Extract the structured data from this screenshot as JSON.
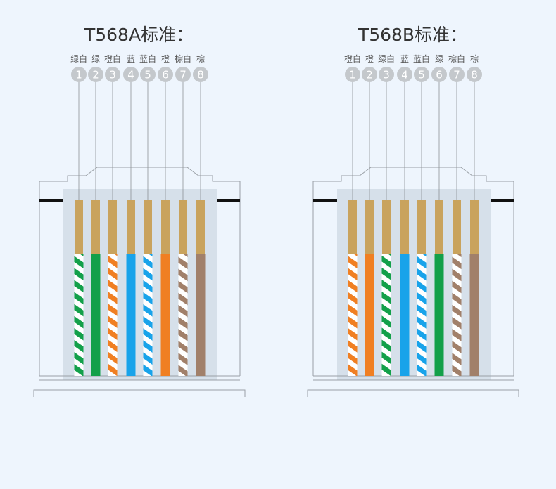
{
  "colors": {
    "green": "#13a04a",
    "orange": "#f07f22",
    "blue": "#18a3ea",
    "brown": "#a1806a",
    "pin": "#c9a35d",
    "circle": "#c4c8cc"
  },
  "standards": [
    {
      "title": "T568A标准：",
      "wires": [
        {
          "pin": "1",
          "label": "绿白",
          "color": "green",
          "striped": true
        },
        {
          "pin": "2",
          "label": "绿",
          "color": "green",
          "striped": false
        },
        {
          "pin": "3",
          "label": "橙白",
          "color": "orange",
          "striped": true
        },
        {
          "pin": "4",
          "label": "蓝",
          "color": "blue",
          "striped": false
        },
        {
          "pin": "5",
          "label": "蓝白",
          "color": "blue",
          "striped": true
        },
        {
          "pin": "6",
          "label": "橙",
          "color": "orange",
          "striped": false
        },
        {
          "pin": "7",
          "label": "棕白",
          "color": "brown",
          "striped": true
        },
        {
          "pin": "8",
          "label": "棕",
          "color": "brown",
          "striped": false
        }
      ]
    },
    {
      "title": "T568B标准：",
      "wires": [
        {
          "pin": "1",
          "label": "橙白",
          "color": "orange",
          "striped": true
        },
        {
          "pin": "2",
          "label": "橙",
          "color": "orange",
          "striped": false
        },
        {
          "pin": "3",
          "label": "绿白",
          "color": "green",
          "striped": true
        },
        {
          "pin": "4",
          "label": "蓝",
          "color": "blue",
          "striped": false
        },
        {
          "pin": "5",
          "label": "蓝白",
          "color": "blue",
          "striped": true
        },
        {
          "pin": "6",
          "label": "绿",
          "color": "green",
          "striped": false
        },
        {
          "pin": "7",
          "label": "棕白",
          "color": "brown",
          "striped": true
        },
        {
          "pin": "8",
          "label": "棕",
          "color": "brown",
          "striped": false
        }
      ]
    }
  ]
}
